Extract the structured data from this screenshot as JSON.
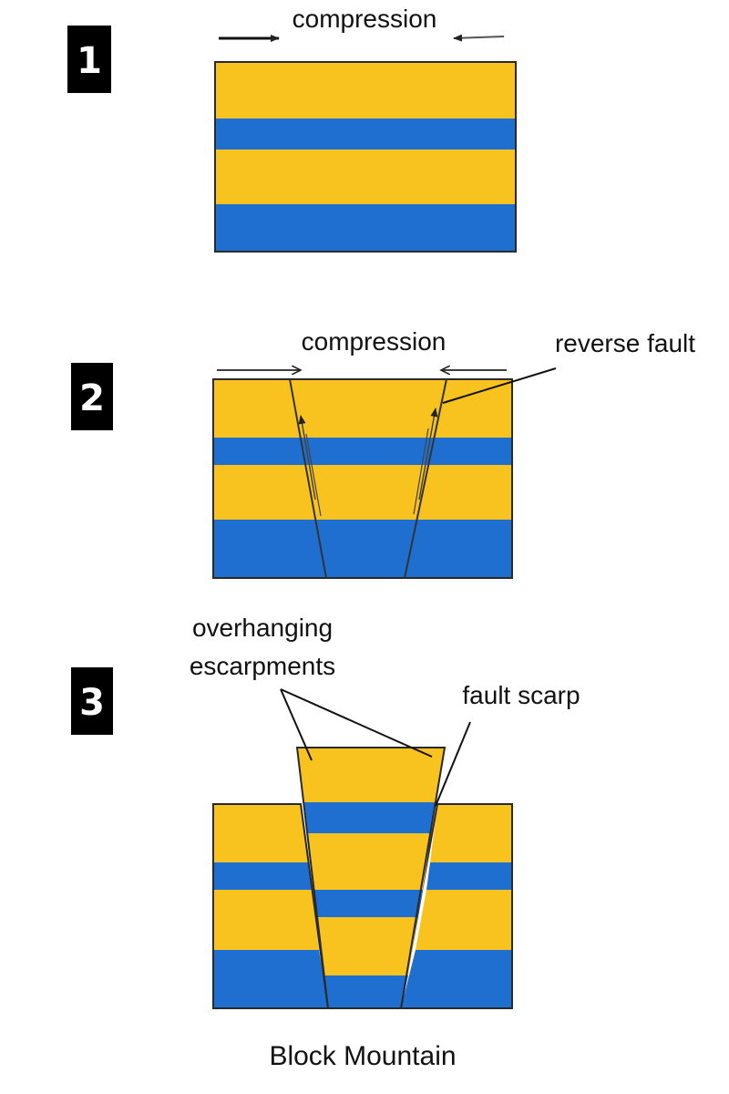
{
  "colors": {
    "yellow_layer": "#f8c21f",
    "yellow_layer_dark": "#f0a923",
    "blue_layer": "#1f6fd1",
    "blue_layer_dark": "#1a5fc0",
    "outline": "#2a2a2a",
    "badge_bg": "#000000",
    "badge_text": "#ffffff"
  },
  "steps": [
    {
      "badge": "1",
      "labels": {
        "compression": "compression"
      }
    },
    {
      "badge": "2",
      "labels": {
        "compression": "compression",
        "fault": "reverse fault"
      }
    },
    {
      "badge": "3",
      "labels": {
        "overhanging_line1": "overhanging",
        "overhanging_line2": "escarpments",
        "fault_scarp": "fault scarp"
      }
    }
  ],
  "caption": "Block Mountain"
}
